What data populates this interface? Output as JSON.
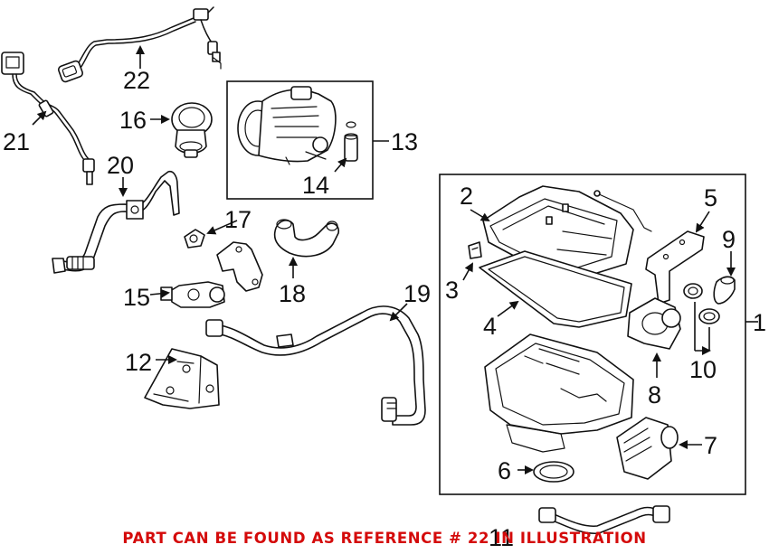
{
  "callouts": {
    "c1": "1",
    "c2": "2",
    "c3": "3",
    "c4": "4",
    "c5": "5",
    "c6": "6",
    "c7": "7",
    "c8": "8",
    "c9": "9",
    "c10": "10",
    "c11": "11",
    "c12": "12",
    "c13": "13",
    "c14": "14",
    "c15": "15",
    "c16": "16",
    "c17": "17",
    "c18": "18",
    "c19": "19",
    "c20": "20",
    "c21": "21",
    "c22": "22"
  },
  "footer_note": "PART CAN BE FOUND AS REFERENCE # 22 IN ILLUSTRATION",
  "colors": {
    "line": "#111111",
    "note": "#d40a0a",
    "background": "#ffffff"
  }
}
